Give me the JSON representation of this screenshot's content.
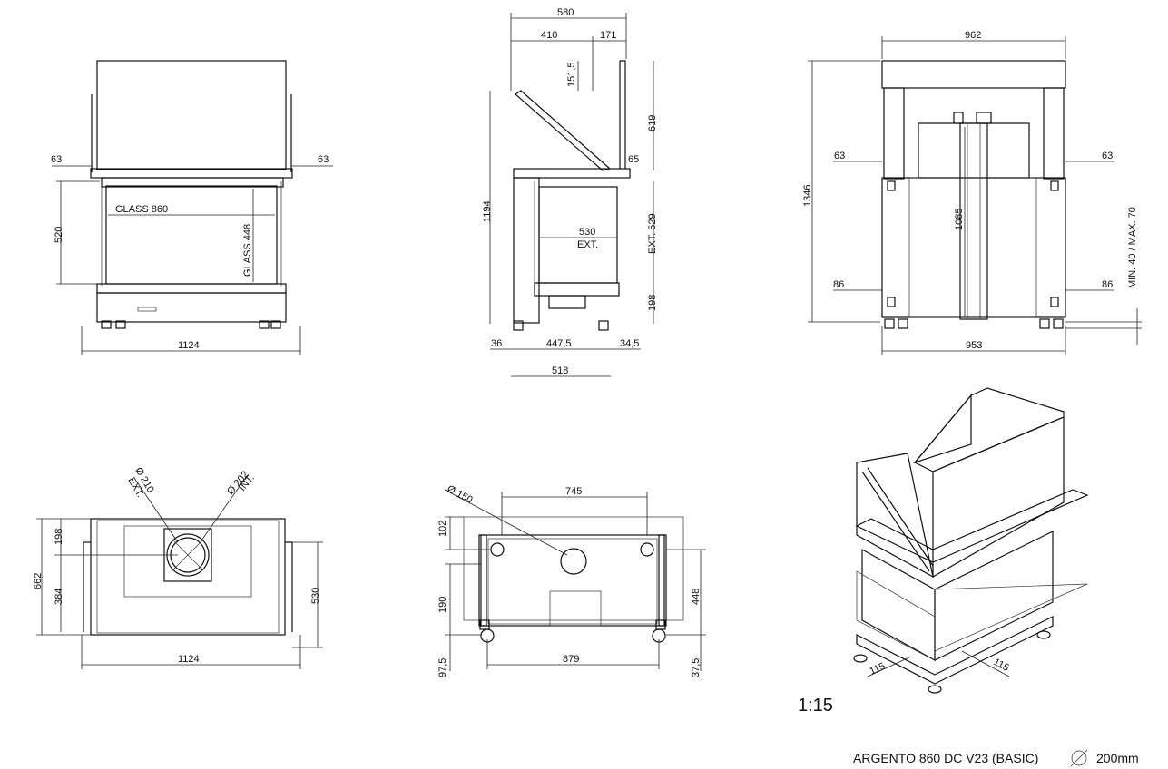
{
  "views": {
    "front": {
      "d_side_left": "63",
      "d_side_right": "63",
      "d_height": "520",
      "glass_w": "GLASS  860",
      "glass_h": "GLASS 448",
      "d_width": "1124"
    },
    "side": {
      "d_top": "580",
      "d_410": "410",
      "d_171": "171",
      "d_151": "151,5",
      "d_619": "619",
      "d_65": "65",
      "d_1194": "1194",
      "d_530": "530",
      "d_ext": "EXT.",
      "d_529": "EXT. 529",
      "d_198": "198",
      "d_36": "36",
      "d_447": "447,5",
      "d_34": "34,5",
      "d_518": "518"
    },
    "rear": {
      "d_962": "962",
      "d_1346": "1346",
      "d_1085": "1085",
      "d_63_l": "63",
      "d_63_r": "63",
      "d_86_l": "86",
      "d_86_r": "86",
      "d_minmax": "MIN. 40 / MAX. 70",
      "d_953": "953"
    },
    "top": {
      "d_210": "Ø 210",
      "d_210_ext": "EXT.",
      "d_202": "Ø 202",
      "d_202_int": "INT.",
      "d_198": "198",
      "d_662": "662",
      "d_384": "384",
      "d_530": "530",
      "d_1124": "1124"
    },
    "bottom": {
      "d_150": "Ø 150",
      "d_745": "745",
      "d_102": "102",
      "d_190": "190",
      "d_448": "448",
      "d_97": "97,5",
      "d_879": "879",
      "d_37": "37,5"
    },
    "iso": {
      "d_115_l": "115",
      "d_115_r": "115"
    }
  },
  "scale": "1:15",
  "footer": {
    "model": "ARGENTO 860 DC V23 (BASIC)",
    "diameter_symbol": "∅",
    "diameter": "200mm"
  }
}
